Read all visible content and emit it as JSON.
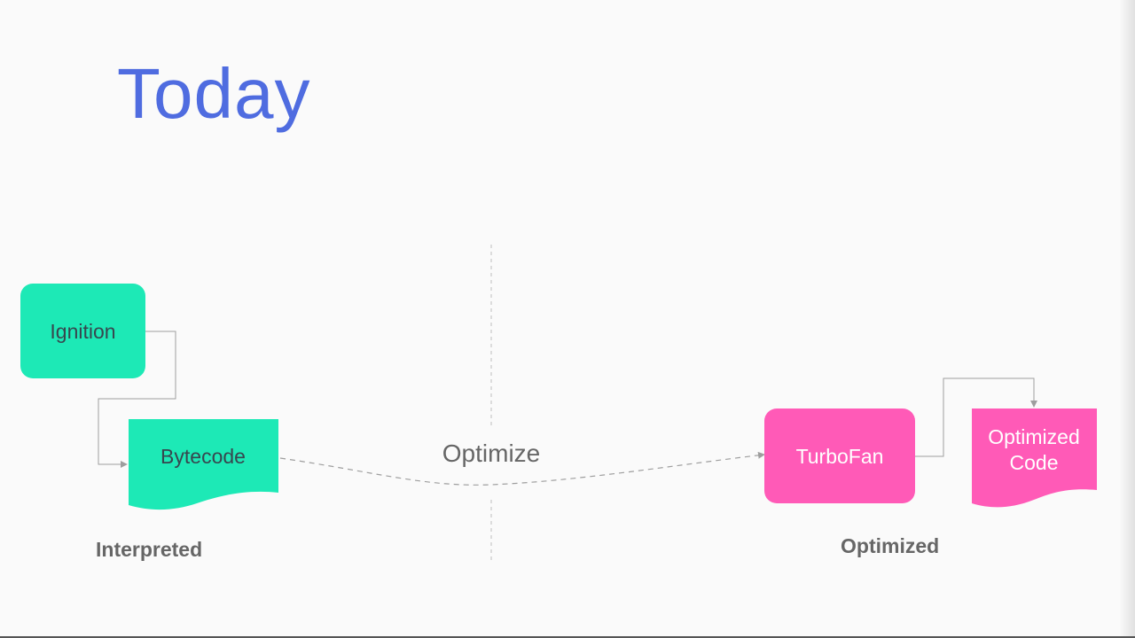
{
  "slide": {
    "title": "Today"
  },
  "diagram": {
    "nodes": {
      "ignition": {
        "label": "Ignition",
        "color": "#1de9b6"
      },
      "bytecode": {
        "label": "Bytecode",
        "color": "#1de9b6"
      },
      "turbofan": {
        "label": "TurboFan",
        "color": "#ff5ab7"
      },
      "optimized_code": {
        "label_line1": "Optimized",
        "label_line2": "Code",
        "color": "#ff5ab7"
      }
    },
    "edge_label": "Optimize",
    "captions": {
      "interpreted": "Interpreted",
      "optimized": "Optimized"
    },
    "colors": {
      "title": "#4f6ce0",
      "interpreter": "#1de9b6",
      "optimizer": "#ff5ab7",
      "connector": "#9e9e9e"
    }
  }
}
